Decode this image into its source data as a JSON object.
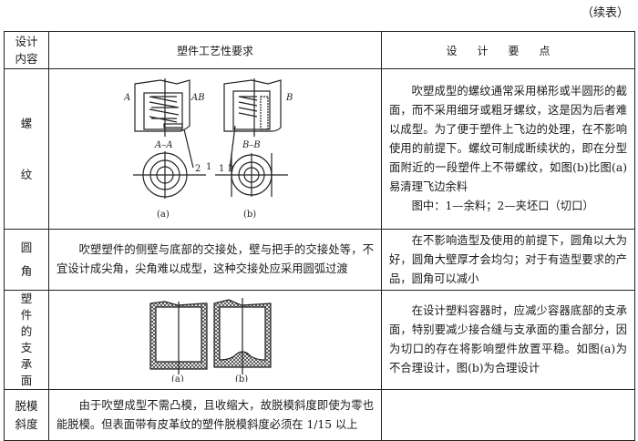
{
  "continued_label": "（续表）",
  "header": {
    "col1": "设计内容",
    "col2": "塑件工艺性要求",
    "col3": "设计要点"
  },
  "rows": [
    {
      "topic": "螺纹",
      "figure_labels": {
        "a": "(a)",
        "b": "(b)",
        "sec_a": "A–A",
        "sec_b": "B–B",
        "A": "A",
        "AB": "AB",
        "B": "B",
        "n1": "1",
        "n2": "2"
      },
      "design_points": "吹塑成型的螺纹通常采用梯形或半圆形的截面，而不采用细牙或粗牙螺纹，这是因为后者难以成型。为了便于塑件上飞边的处理，在不影响使用的前提下。螺纹可制成断续状的，即在分型面附近的一段塑件上不带螺纹，如图(b)比图(a)易清理飞边余料",
      "legend": "图中：1—余料；2—夹坯口（切口）"
    },
    {
      "topic": "圆角",
      "requirement": "吹塑塑件的侧壁与底部的交接处，壁与把手的交接处等，不宜设计成尖角，尖角难以成型，这种交接处应采用圆弧过渡",
      "design_points": "在不影响造型及使用的前提下，圆角以大为好，圆角大壁厚才会均匀；对于有造型要求的产品，圆角可以减小"
    },
    {
      "topic": "塑件的支承面",
      "figure_labels": {
        "a": "(a)",
        "b": "(b)"
      },
      "design_points": "在设计塑料容器时，应减少容器底部的支承面，特别要减少接合缝与支承面的重合部分，因为切口的存在将影响塑件放置平稳。如图(a)为不合理设计，图(b)为合理设计"
    },
    {
      "topic": "脱模斜度",
      "requirement": "由于吹塑成型不需凸模，且收缩大，故脱模斜度即使为零也能脱模。但表面带有皮革纹的塑件脱模斜度必须在 1/15 以上",
      "design_points": ""
    }
  ]
}
